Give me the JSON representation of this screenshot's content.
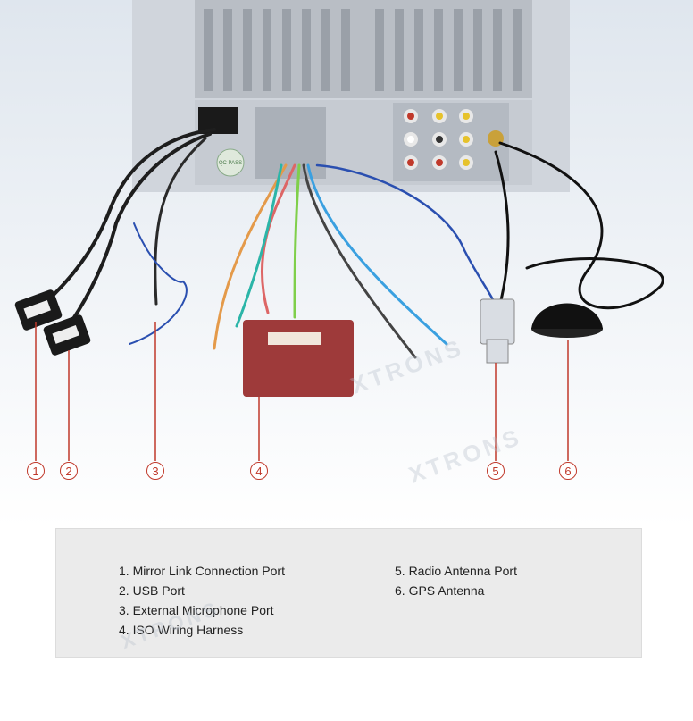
{
  "brand": "XTRONS",
  "qc_sticker": "QC PASS",
  "callouts": [
    "1",
    "2",
    "3",
    "4",
    "5",
    "6"
  ],
  "legend": {
    "left": [
      "1. Mirror Link Connection Port",
      "2. USB Port",
      "3. External Microphone Port",
      "4. ISO Wiring Harness"
    ],
    "right": [
      "5. Radio Antenna Port",
      "6. GPS Antenna"
    ]
  },
  "colors": {
    "callout": "#c0392b",
    "harness": "#9e3a3a",
    "unit": "#d9dde3"
  }
}
